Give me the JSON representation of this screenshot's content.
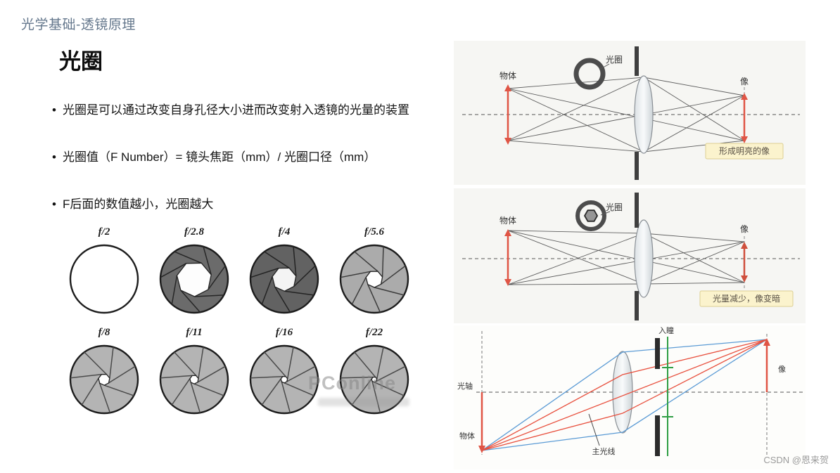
{
  "header": {
    "title": "光学基础-透镜原理"
  },
  "content": {
    "title": "光圈",
    "bullets": [
      "光圈是可以通过改变自身孔径大小进而改变射入透镜的光量的装置",
      "光圈值（F Number）= 镜头焦距（mm）/ 光圈口径（mm）",
      "F后面的数值越小，光圈越大"
    ]
  },
  "aperture_grid": {
    "watermark": "PConline",
    "items": [
      {
        "label": "f/2",
        "disc": "#ffffff",
        "open": 0,
        "blades": 0,
        "blade_color": "#222222",
        "hole": "#ffffff"
      },
      {
        "label": "f/2.8",
        "disc": "#6b6b6b",
        "open": 0.52,
        "blades": 7,
        "blade_color": "#262626",
        "hole": "#fdfdfd"
      },
      {
        "label": "f/4",
        "disc": "#626262",
        "open": 0.36,
        "blades": 7,
        "blade_color": "#232323",
        "hole": "#f4f4f4"
      },
      {
        "label": "f/5.6",
        "disc": "#ababab",
        "open": 0.25,
        "blades": 7,
        "blade_color": "#3c3c3c",
        "hole": "#ffffff"
      },
      {
        "label": "f/8",
        "disc": "#b4b4b4",
        "open": 0.17,
        "blades": 7,
        "blade_color": "#4a4a4a",
        "hole": "#ffffff"
      },
      {
        "label": "f/11",
        "disc": "#b4b4b4",
        "open": 0.13,
        "blades": 7,
        "blade_color": "#4a4a4a",
        "hole": "#ffffff"
      },
      {
        "label": "f/16",
        "disc": "#b4b4b4",
        "open": 0.1,
        "blades": 7,
        "blade_color": "#4a4a4a",
        "hole": "#ffffff"
      },
      {
        "label": "f/22",
        "disc": "#b4b4b4",
        "open": 0.08,
        "blades": 7,
        "blade_color": "#4a4a4a",
        "hole": "#ffffff"
      }
    ]
  },
  "diagrams": {
    "bright": {
      "object_label": "物体",
      "aperture_label": "光圈",
      "image_label": "像",
      "caption": "形成明亮的像"
    },
    "dim": {
      "object_label": "物体",
      "aperture_label": "光圈",
      "image_label": "像",
      "caption": "光量减少，像变暗"
    },
    "pupil": {
      "optical_axis_label": "光轴",
      "object_label": "物体",
      "entrance_pupil_label": "入瞳",
      "image_label": "像",
      "chief_ray_label": "主光线"
    }
  },
  "watermark": {
    "corner": "CSDN @恩来贺"
  },
  "colors": {
    "accent_red": "#e05545",
    "ray_red": "#e8503e",
    "ray_blue": "#5b9bd5",
    "pupil_green": "#2f9e44",
    "caption_bg": "#fbf3cd",
    "caption_border": "#dccf92",
    "header_text": "#64778c"
  }
}
